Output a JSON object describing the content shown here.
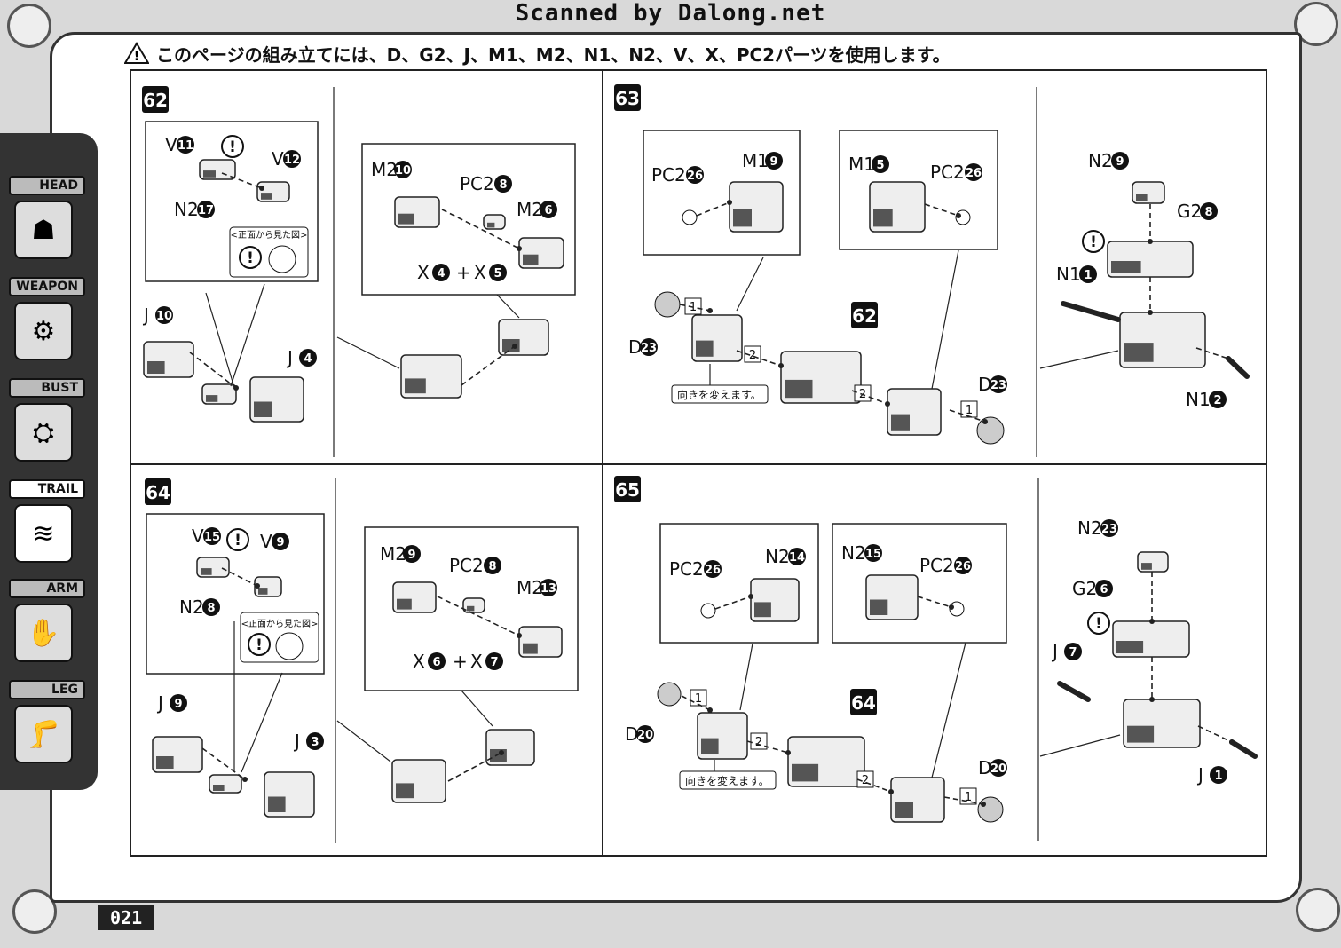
{
  "watermark": "Scanned by Dalong.net",
  "header": {
    "text": "このページの組み立てには、D、G2、J、M1、M2、N1、N2、V、X、PC2パーツを使用します。"
  },
  "sidebar": [
    {
      "label": "HEAD",
      "icon": "head-icon"
    },
    {
      "label": "WEAPON",
      "icon": "weapon-icon"
    },
    {
      "label": "BUST",
      "icon": "bust-icon"
    },
    {
      "label": "TRAIL",
      "icon": "tail-icon",
      "active": true
    },
    {
      "label": "ARM",
      "icon": "arm-icon"
    },
    {
      "label": "LEG",
      "icon": "leg-icon"
    }
  ],
  "page_number": "021",
  "steps": {
    "s62": {
      "number": "62",
      "inset_a": {
        "parts": [
          "V",
          "N2",
          "V"
        ],
        "nums": [
          "11",
          "17",
          "12"
        ],
        "note": "<正面から見た図>"
      },
      "inset_b": {
        "parts": [
          "M2",
          "PC2",
          "M2",
          "X",
          "X"
        ],
        "nums": [
          "10",
          "8",
          "6",
          "4",
          "5"
        ],
        "plus": "+"
      },
      "main": {
        "parts": [
          "J",
          "J"
        ],
        "nums": [
          "10",
          "4"
        ]
      }
    },
    "s63": {
      "number": "63",
      "inset_a": {
        "parts": [
          "PC2",
          "M1"
        ],
        "nums": [
          "26",
          "9"
        ]
      },
      "inset_b": {
        "parts": [
          "M1",
          "PC2"
        ],
        "nums": [
          "5",
          "26"
        ]
      },
      "main": {
        "parts": [
          "D",
          "D"
        ],
        "nums": [
          "23",
          "23"
        ],
        "ref": "62",
        "callouts": [
          "1",
          "2",
          "2",
          "1"
        ],
        "note": "向きを変えます。"
      },
      "right": {
        "parts": [
          "N2",
          "G2",
          "N1",
          "N1"
        ],
        "nums": [
          "9",
          "8",
          "1",
          "2"
        ]
      }
    },
    "s64": {
      "number": "64",
      "inset_a": {
        "parts": [
          "V",
          "V",
          "N2"
        ],
        "nums": [
          "15",
          "9",
          "8"
        ],
        "note": "<正面から見た図>"
      },
      "inset_b": {
        "parts": [
          "M2",
          "PC2",
          "M2",
          "X",
          "X"
        ],
        "nums": [
          "9",
          "8",
          "13",
          "6",
          "7"
        ],
        "plus": "+"
      },
      "main": {
        "parts": [
          "J",
          "J"
        ],
        "nums": [
          "9",
          "3"
        ]
      }
    },
    "s65": {
      "number": "65",
      "inset_a": {
        "parts": [
          "PC2",
          "N2"
        ],
        "nums": [
          "26",
          "14"
        ]
      },
      "inset_b": {
        "parts": [
          "N2",
          "PC2"
        ],
        "nums": [
          "15",
          "26"
        ]
      },
      "main": {
        "parts": [
          "D",
          "D"
        ],
        "nums": [
          "20",
          "20"
        ],
        "ref": "64",
        "callouts": [
          "1",
          "2",
          "2",
          "1"
        ],
        "note": "向きを変えます。"
      },
      "right": {
        "parts": [
          "N2",
          "G2",
          "J",
          "J"
        ],
        "nums": [
          "23",
          "6",
          "7",
          "1"
        ]
      }
    }
  }
}
